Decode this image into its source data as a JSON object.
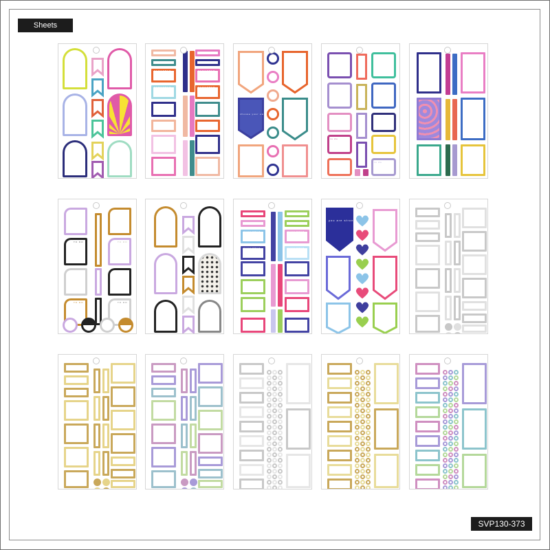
{
  "header": {
    "title_label": "Sheets"
  },
  "footer": {
    "sku_label": "SVP130-373"
  },
  "sheets": [
    {
      "id": "sheet-1",
      "theme": "colorful-arches-flags",
      "colors": [
        "#d4df3a",
        "#e05aa8",
        "#a8b3e6",
        "#e9a3c8",
        "#4aa3c4",
        "#e0613a",
        "#4bc49a",
        "#e3d25a",
        "#a15bb0",
        "#9fdcc2",
        "#2b2d7a"
      ]
    },
    {
      "id": "sheet-2",
      "theme": "remember-notes-labels",
      "labels": [
        "REMEMBER",
        "REMEMBER",
        "REMEMBER",
        "REMEMBER",
        "NOTES",
        "NOTES"
      ],
      "colors": [
        "#f0b9a3",
        "#3f8c8c",
        "#e8652e",
        "#9fd8e3",
        "#2f2f8a",
        "#f2b59b",
        "#f2c1e3",
        "#e679c1",
        "#e86fb2"
      ]
    },
    {
      "id": "sheet-3",
      "theme": "pennants-circles",
      "banner_text": "choose your own happiness",
      "colors": [
        "#f1a57d",
        "#2f3391",
        "#e97ec4",
        "#f0a98d",
        "#e7642c",
        "#3a8c8a",
        "#e86fb2",
        "#f08f8f"
      ]
    },
    {
      "id": "sheet-4",
      "theme": "floral-frames",
      "tag_text": "to do",
      "colors": [
        "#7a4fb0",
        "#ef6b5c",
        "#3fbf9c",
        "#a58fcf",
        "#c9b35a",
        "#3f67c1",
        "#e38fc2",
        "#2f2f7a",
        "#c0408a",
        "#e6c43b",
        "#ee7058",
        "#a79ad0"
      ]
    },
    {
      "id": "sheet-5",
      "theme": "floral-notes",
      "colors": [
        "#2f2f8a",
        "#c33d93",
        "#3d6dc4",
        "#e97ec4",
        "#e6b83a",
        "#e86750",
        "#3d6dc4",
        "#3aa88c",
        "#2d6b4e",
        "#a79ad0",
        "#e6c43b"
      ]
    },
    {
      "id": "sheet-6",
      "theme": "leopard-todo",
      "tag_text": "TO DO",
      "colors": [
        "#c9a8e0",
        "#c48b2e",
        "#222222",
        "#cfcfcf"
      ]
    },
    {
      "id": "sheet-7",
      "theme": "leopard-arches",
      "colors": [
        "#c48b2e",
        "#222222",
        "#c9a8e0",
        "#e0e0e0",
        "#888888"
      ]
    },
    {
      "id": "sheet-8",
      "theme": "heart-remember-notes",
      "labels": [
        "REMEMBER",
        "REMEMBER",
        "REMEMBER",
        "REMEMBER",
        "NOTES",
        "NOTES"
      ],
      "colors": [
        "#e8467a",
        "#e89ad2",
        "#8cc4e8",
        "#4343a3",
        "#9ccf5c",
        "#b9e0f5"
      ]
    },
    {
      "id": "sheet-9",
      "theme": "strong-brave-hearts",
      "banner_text": "you are strong & brave",
      "colors": [
        "#2b2f9a",
        "#e84b7a",
        "#8cc4e8",
        "#99cf4f",
        "#e89ad2"
      ]
    },
    {
      "id": "sheet-10",
      "theme": "silver-foil-frames",
      "colors": [
        "#c8c8c8",
        "#e0e0e0"
      ]
    },
    {
      "id": "sheet-11",
      "theme": "gold-foil-frames",
      "colors": [
        "#c9a85a",
        "#e6d48a"
      ]
    },
    {
      "id": "sheet-12",
      "theme": "holo-foil-frames",
      "colors": [
        "#c99ac2",
        "#a89ad8",
        "#9cc0cc",
        "#c2dba2"
      ]
    },
    {
      "id": "sheet-13",
      "theme": "silver-dots-frames",
      "colors": [
        "#c8c8c8",
        "#e6e6e6"
      ]
    },
    {
      "id": "sheet-14",
      "theme": "gold-dots-frames",
      "colors": [
        "#c9a85a",
        "#e8dc9a"
      ]
    },
    {
      "id": "sheet-15",
      "theme": "holo-dots-frames",
      "colors": [
        "#cf8fc0",
        "#a79ad8",
        "#8cc4cc",
        "#b4d89a"
      ]
    }
  ]
}
